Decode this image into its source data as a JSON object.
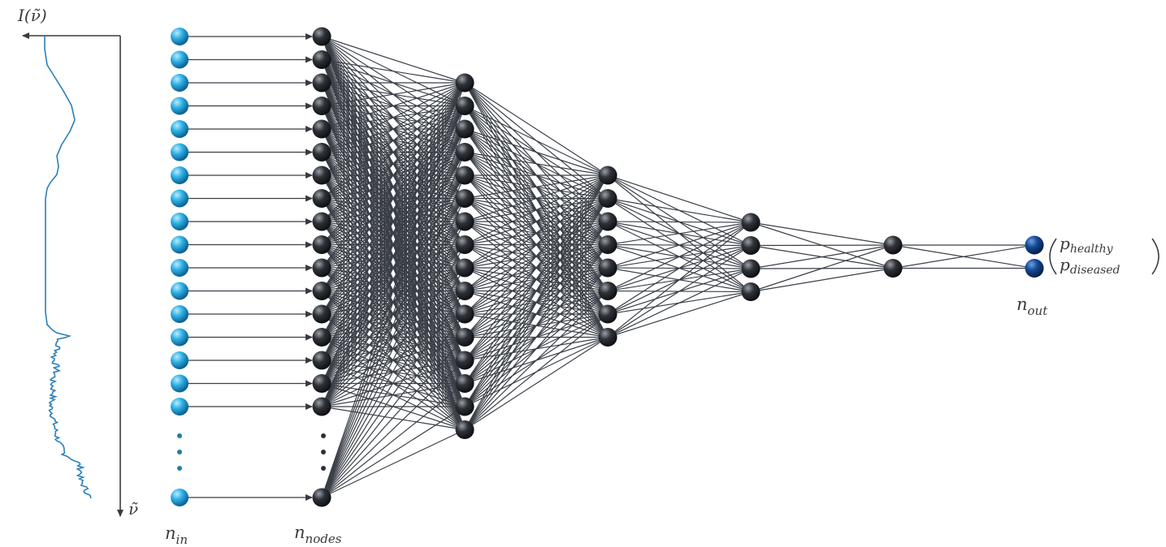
{
  "labels": {
    "intensity_axis": "I(ν̃)",
    "wavenumber_axis": "ν̃",
    "input_layer": {
      "base": "n",
      "sub": "in"
    },
    "hidden_layer": {
      "base": "n",
      "sub": "nodes"
    },
    "output_layer": {
      "base": "n",
      "sub": "out"
    },
    "output_healthy": {
      "base": "p",
      "sub": "healthy"
    },
    "output_diseased": {
      "base": "p",
      "sub": "diseased"
    }
  },
  "network": {
    "input_nodes_visible": 17,
    "hidden_layer_sizes": [
      17,
      16,
      8,
      4,
      2
    ],
    "output_nodes": 2
  },
  "colors": {
    "input_node": "#2fa7de",
    "hidden_node": "#2d3035",
    "output_node": "#0e3f85",
    "edge": "#3a3f47",
    "spectrum": "#2b7fb8",
    "axis": "#3a3a3a"
  }
}
